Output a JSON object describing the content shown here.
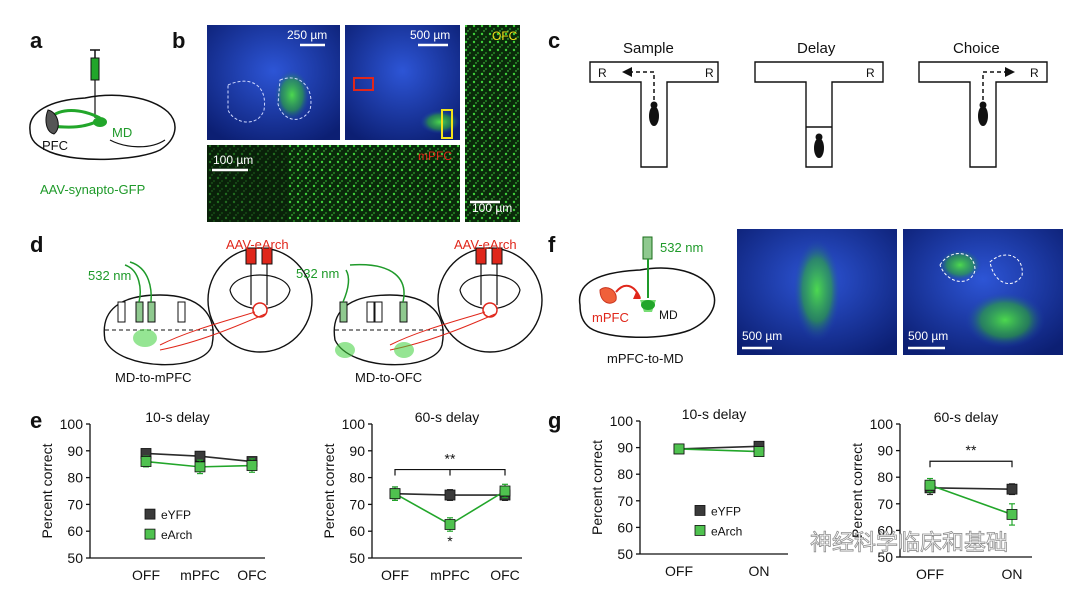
{
  "panel_letters": [
    "a",
    "b",
    "c",
    "d",
    "e",
    "f",
    "g"
  ],
  "panel_a": {
    "md": "MD",
    "pfc": "PFC",
    "virus": "AAV-synapto-GFP"
  },
  "panel_b": {
    "scale1": "250 µm",
    "scale2": "500 µm",
    "scale3": "100 µm",
    "scale4": "100 µm",
    "ofc": "OFC",
    "mpfc": "mPFC"
  },
  "panel_c": {
    "sample": "Sample",
    "delay": "Delay",
    "choice": "Choice",
    "r": "R"
  },
  "panel_d": {
    "laser": "532 nm",
    "virus": "AAV-eArch",
    "left_caption": "MD-to-mPFC",
    "right_caption": "MD-to-OFC"
  },
  "panel_f": {
    "laser": "532 nm",
    "mpfc": "mPFC",
    "md": "MD",
    "caption": "mPFC-to-MD",
    "scale1": "500 µm",
    "scale2": "500 µm"
  },
  "watermark": "神经科学临床和基础",
  "colors": {
    "eyfp": "#2b2b2b",
    "earch": "#22a62a",
    "star_green": "#1f9a2a",
    "star_red": "#e0271b",
    "fluor_blue": "#1f3fb5",
    "fluor_green": "#3ecf3a"
  },
  "chart_data": [
    {
      "type": "line",
      "panel": "e",
      "title": "10-s delay",
      "ylabel": "Percent correct",
      "categories": [
        "OFF",
        "mPFC",
        "OFC"
      ],
      "ylim": [
        50,
        100
      ],
      "yticks": [
        50,
        60,
        70,
        80,
        90,
        100
      ],
      "series": [
        {
          "name": "eYFP",
          "values": [
            89,
            88,
            86
          ],
          "err": [
            1.5,
            1.5,
            1.5
          ]
        },
        {
          "name": "eArch",
          "values": [
            86,
            84,
            84.5
          ],
          "err": [
            2,
            2.5,
            2.5
          ]
        }
      ],
      "legend": "inside-left"
    },
    {
      "type": "line",
      "panel": "e",
      "title": "60-s delay",
      "ylabel": "Percent correct",
      "categories": [
        "OFF",
        "mPFC",
        "OFC"
      ],
      "ylim": [
        50,
        100
      ],
      "yticks": [
        50,
        60,
        70,
        80,
        90,
        100
      ],
      "series": [
        {
          "name": "eYFP",
          "values": [
            74,
            73.5,
            73.5
          ],
          "err": [
            2.5,
            2,
            2
          ]
        },
        {
          "name": "eArch",
          "values": [
            74,
            62.5,
            75
          ],
          "err": [
            2.5,
            2.5,
            2.5
          ]
        }
      ],
      "annotations": [
        "**",
        "*"
      ]
    },
    {
      "type": "line",
      "panel": "g",
      "title": "10-s delay",
      "ylabel": "Percent correct",
      "categories": [
        "OFF",
        "ON"
      ],
      "ylim": [
        50,
        100
      ],
      "yticks": [
        50,
        60,
        70,
        80,
        90,
        100
      ],
      "series": [
        {
          "name": "eYFP",
          "values": [
            89.5,
            90.5
          ],
          "err": [
            1.5,
            1.5
          ]
        },
        {
          "name": "eArch",
          "values": [
            89.5,
            88.5
          ],
          "err": [
            1.5,
            1.5
          ]
        }
      ],
      "legend": "inside-left"
    },
    {
      "type": "line",
      "panel": "g",
      "title": "60-s delay",
      "ylabel": "Percent correct",
      "categories": [
        "OFF",
        "ON"
      ],
      "ylim": [
        50,
        100
      ],
      "yticks": [
        50,
        60,
        70,
        80,
        90,
        100
      ],
      "series": [
        {
          "name": "eYFP",
          "values": [
            76,
            75.5
          ],
          "err": [
            2.5,
            2
          ]
        },
        {
          "name": "eArch",
          "values": [
            77,
            66
          ],
          "err": [
            2.5,
            4
          ]
        }
      ],
      "annotations": [
        "**"
      ]
    }
  ]
}
